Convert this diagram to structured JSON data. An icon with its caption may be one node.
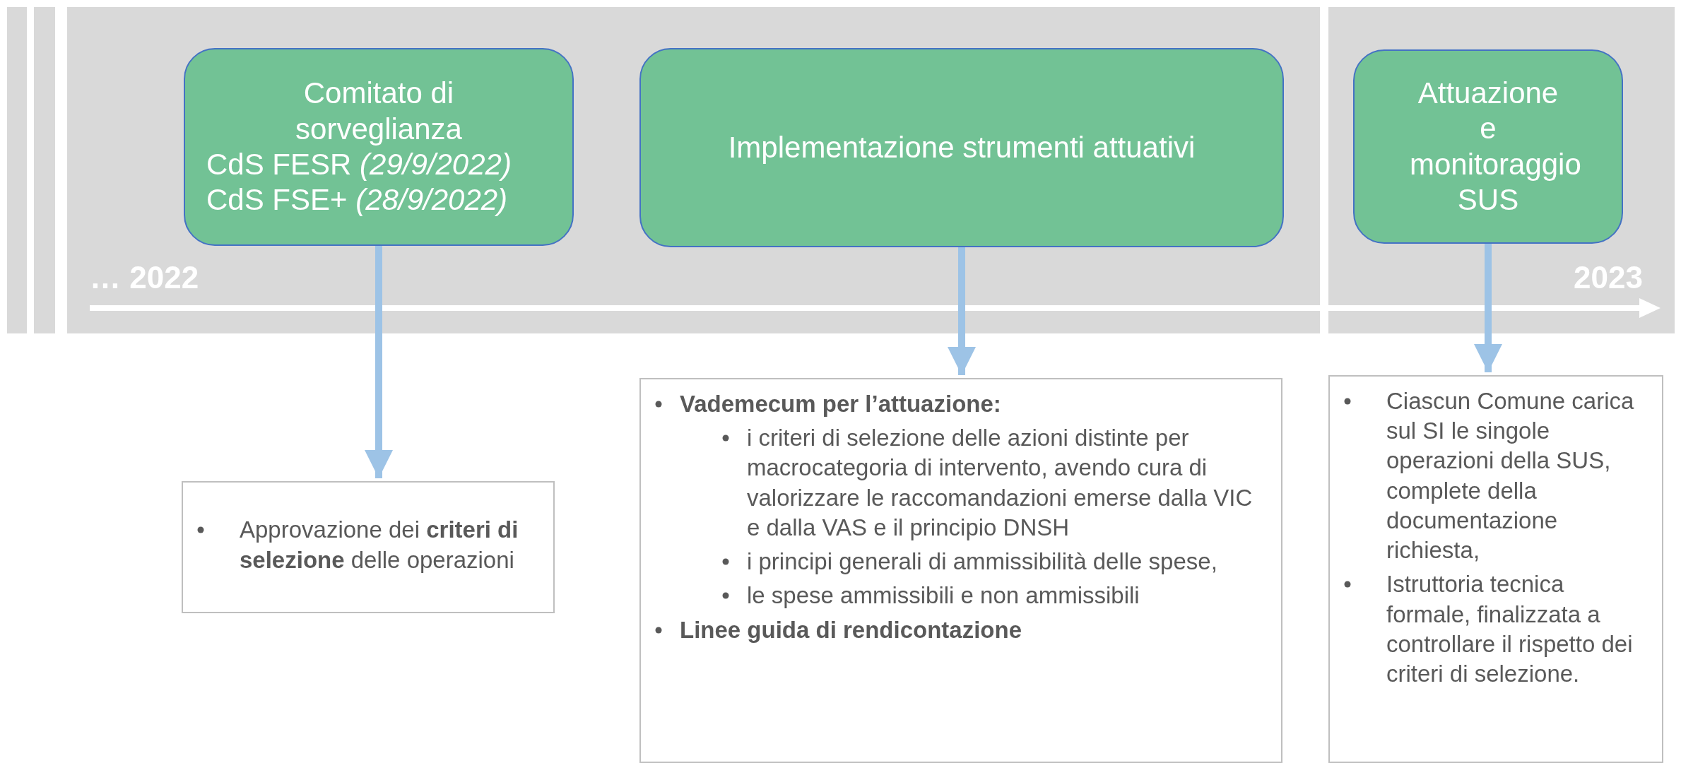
{
  "diagram": {
    "nodes": [
      {
        "text": [
          "Comitato di sorveglianza",
          "CdS FESR *(29/9/2022)*",
          "CdS FSE+ *(28/9/2022)*"
        ]
      },
      {
        "text": [
          "Implementazione strumenti attuativi"
        ]
      },
      {
        "text": [
          "Attuazione e monitoraggio SUS"
        ]
      },
      {
        "text": [
          "Approvazione dei **criteri di selezione** delle operazioni"
        ]
      },
      {
        "text": [
          "Vademecum per l’attuazione:",
          "i criteri di selezione delle azioni distinte per macrocategoria di intervento, avendo cura di valorizzare le raccomandazioni emerse dalla VIC e dalla VAS e il principio DNSH",
          "i principi generali di ammissibilità delle spese,",
          "le spese ammissibili e non ammissibili",
          "Linee guida di rendicontazione"
        ]
      },
      {
        "text": [
          "Ciascun Comune carica sul SI le singole operazioni della SUS, complete della documentazione richiesta,",
          "Istruttoria tecnica formale,  finalizzata a controllare il rispetto dei criteri di selezione."
        ]
      }
    ],
    "edges": [
      {
        "from": 0,
        "to": 3,
        "arrow": "to"
      },
      {
        "from": 1,
        "to": 4,
        "arrow": "to"
      },
      {
        "from": 2,
        "to": 5,
        "arrow": "to"
      }
    ],
    "labels": [
      "… 2022",
      "2023"
    ]
  }
}
